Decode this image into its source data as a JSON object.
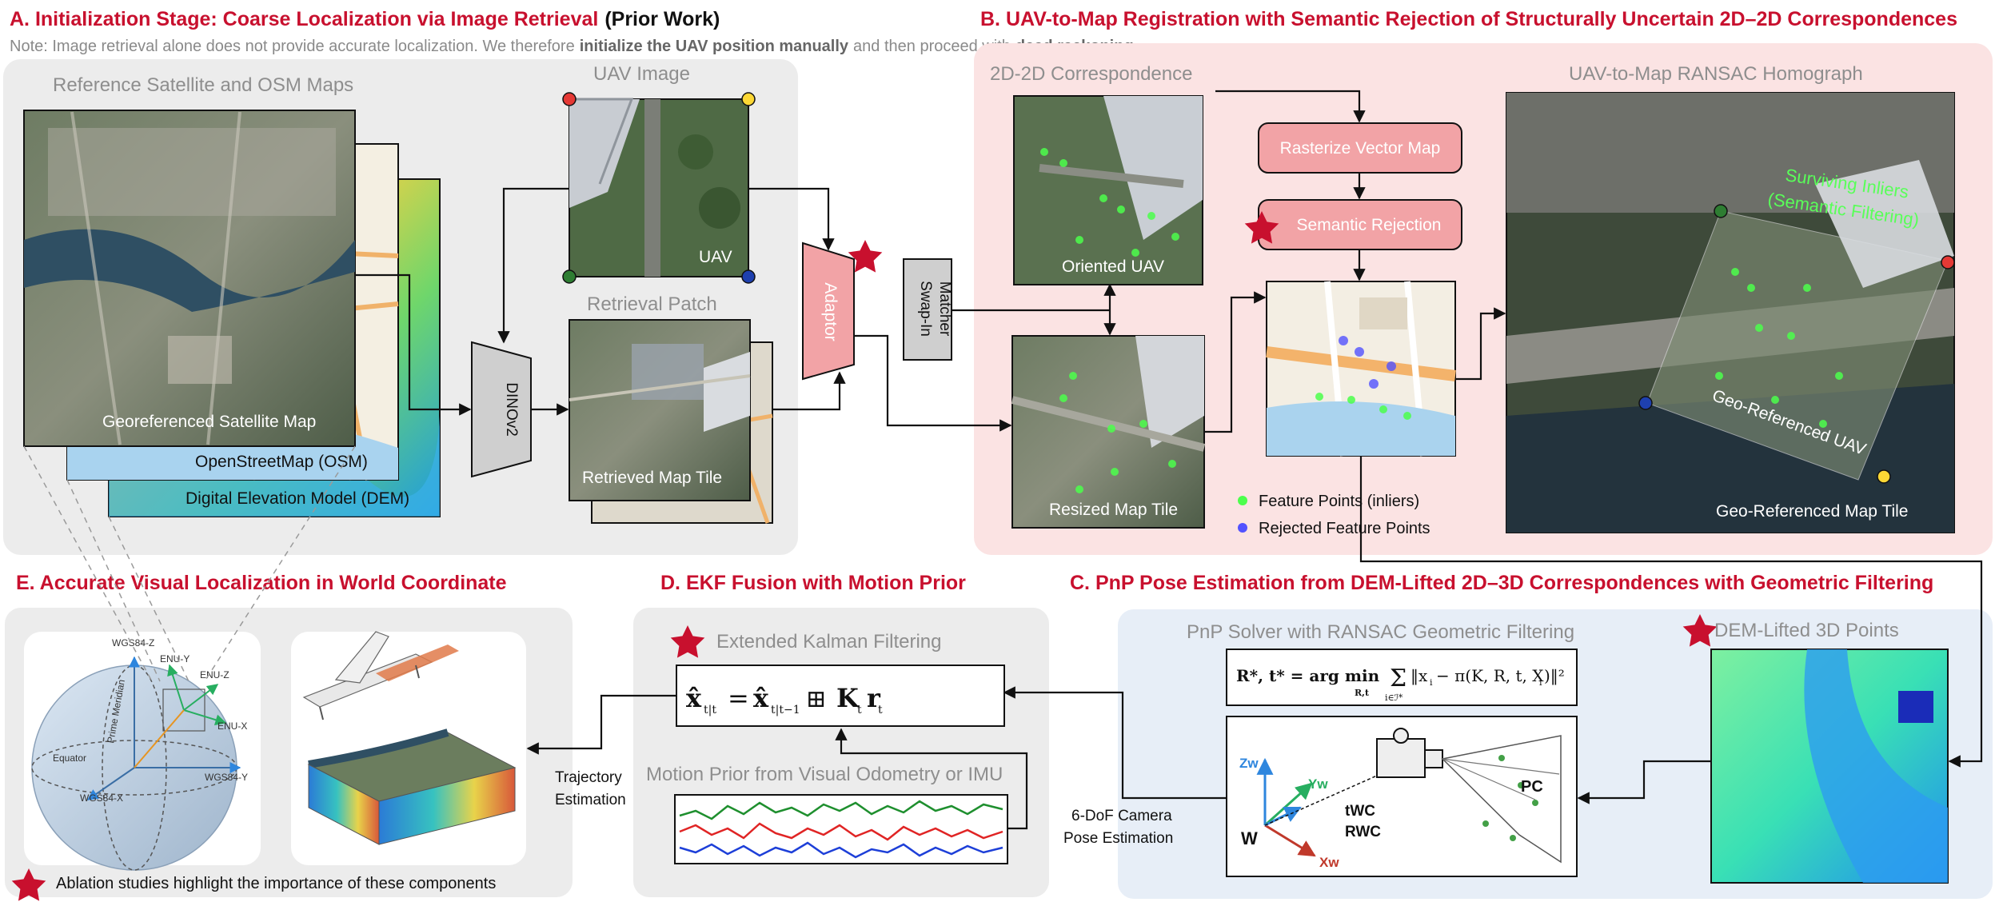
{
  "sections": {
    "a_title": "A. Initialization Stage: Coarse Localization via Image Retrieval",
    "a_suffix": "(Prior Work)",
    "a_note_1": "Note: Image retrieval alone does not provide accurate localization. We therefore",
    "a_note_bold_1": "initialize the UAV position manually",
    "a_note_2": "and then proceed with",
    "a_note_bold_2": "dead reckoning",
    "a_note_end": ".",
    "b_title": "B. UAV-to-Map Registration with Semantic Rejection of Structurally Uncertain 2D–2D Correspondences",
    "c_title": "C. PnP Pose Estimation from DEM-Lifted 2D–3D Correspondences with Geometric Filtering",
    "d_title": "D. EKF Fusion with Motion Prior",
    "e_title": "E. Accurate Visual Localization in World Coordinate"
  },
  "panel_a": {
    "ref_maps_title": "Reference Satellite and OSM Maps",
    "satellite_label": "Georeferenced Satellite Map",
    "osm_label": "OpenStreetMap (OSM)",
    "dem_label": "Digital Elevation Model (DEM)",
    "uav_image_title": "UAV Image",
    "uav_label": "UAV",
    "retrieval_title": "Retrieval Patch",
    "retrieved_label": "Retrieved Map Tile",
    "dinov2": "DINOv2",
    "adaptor": "Adaptor",
    "swap_in_1": "Swap-In",
    "swap_in_2": "Matcher"
  },
  "panel_b": {
    "corr_title": "2D-2D Correspondence",
    "oriented_label": "Oriented UAV",
    "resized_label": "Resized Map Tile",
    "rasterize": "Rasterize Vector Map",
    "semantic_rejection": "Semantic Rejection",
    "legend_inliers": "Feature Points (inliers)",
    "legend_rejected": "Rejected Feature Points",
    "homograph_title": "UAV-to-Map RANSAC Homograph",
    "surviving_1": "Surviving Inliers",
    "surviving_2": "(Semantic Filtering)",
    "geo_uav": "Geo-Referenced UAV",
    "geo_tile": "Geo-Referenced Map Tile"
  },
  "panel_c": {
    "pnp_title": "PnP Solver with RANSAC Geometric Filtering",
    "dem_title": "DEM-Lifted 3D Points",
    "pose_1": "6-DoF Camera",
    "pose_2": "Pose Estimation",
    "axis_zw": "Zw",
    "axis_yw": "Yw",
    "axis_xw": "Xw",
    "axis_w": "W",
    "t_wc": "tWC",
    "r_wc": "RWC",
    "p_c": "PC"
  },
  "panel_d": {
    "ekf_title": "Extended Kalman Filtering",
    "motion_title": "Motion Prior from Visual Odometry or IMU",
    "trajectory_1": "Trajectory",
    "trajectory_2": "Estimation"
  },
  "panel_e": {
    "wgs_z": "WGS84-Z",
    "wgs_y": "WGS84-Y",
    "wgs_x": "WGS84-X",
    "enu_y": "ENU-Y",
    "enu_z": "ENU-Z",
    "enu_x": "ENU-X",
    "equator": "Equator",
    "meridian": "Prime Meridian",
    "ablation": "Ablation studies highlight the importance of these components"
  },
  "colors": {
    "red_title": "#c8102e",
    "gray_panel": "#ececec",
    "pink_panel": "#fbe3e3",
    "blue_panel": "#e7eef7",
    "pink_box": "#f2a3a6",
    "star": "#c8102e"
  },
  "icons": [
    "star-icon",
    "arrow-icon",
    "camera-icon",
    "globe-icon",
    "uav-plane-icon"
  ]
}
